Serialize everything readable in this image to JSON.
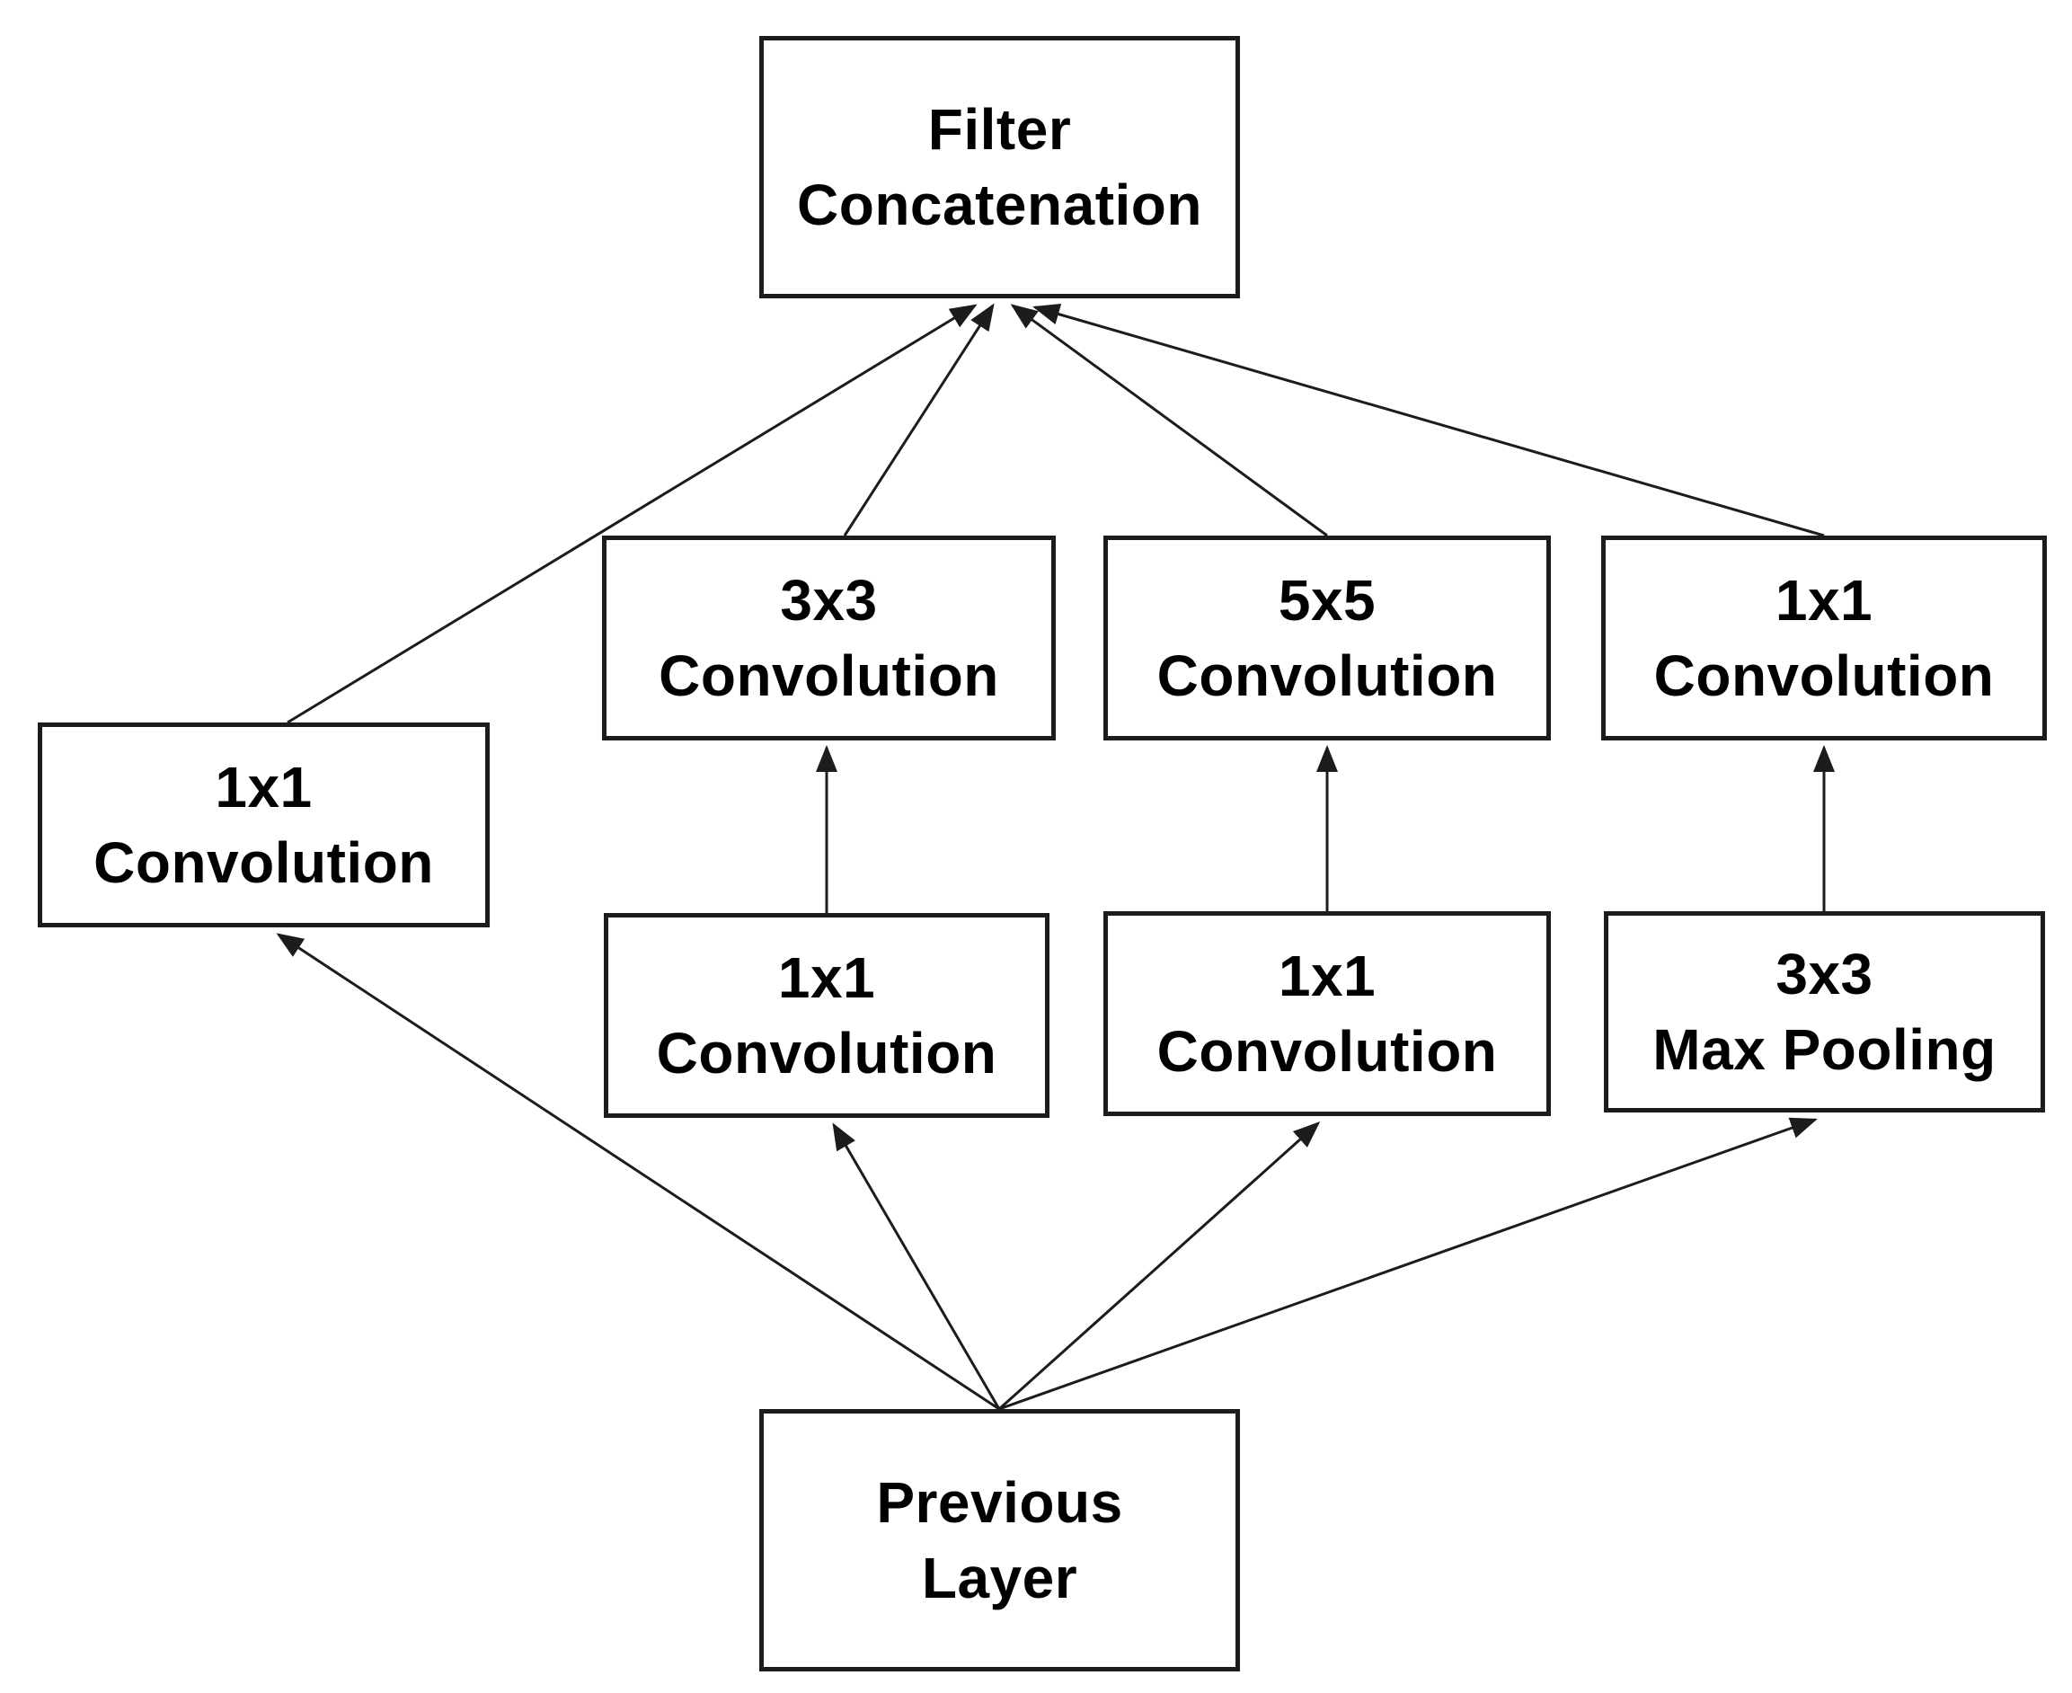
{
  "diagram": {
    "type": "flowchart",
    "background_color": "#ffffff",
    "box_fill_color": "#ffffff",
    "box_border_color": "#1c1c1c",
    "arrow_color": "#1c1c1c",
    "text_color": "#000000",
    "nodes": {
      "filter_concatenation": {
        "line1": "Filter",
        "line2": "Concatenation"
      },
      "conv_3x3": {
        "line1": "3x3",
        "line2": "Convolution"
      },
      "conv_5x5": {
        "line1": "5x5",
        "line2": "Convolution"
      },
      "conv_1x1_top_right": {
        "line1": "1x1",
        "line2": "Convolution"
      },
      "conv_1x1_left": {
        "line1": "1x1",
        "line2": "Convolution"
      },
      "conv_1x1_mid_left": {
        "line1": "1x1",
        "line2": "Convolution"
      },
      "conv_1x1_mid_right": {
        "line1": "1x1",
        "line2": "Convolution"
      },
      "max_pooling_3x3": {
        "line1": "3x3",
        "line2": "Max Pooling"
      },
      "previous_layer": {
        "line1": "Previous",
        "line2": "Layer"
      }
    },
    "edges": [
      {
        "from": "previous_layer",
        "to": "conv_1x1_left"
      },
      {
        "from": "previous_layer",
        "to": "conv_1x1_mid_left"
      },
      {
        "from": "previous_layer",
        "to": "conv_1x1_mid_right"
      },
      {
        "from": "previous_layer",
        "to": "max_pooling_3x3"
      },
      {
        "from": "conv_1x1_mid_left",
        "to": "conv_3x3"
      },
      {
        "from": "conv_1x1_mid_right",
        "to": "conv_5x5"
      },
      {
        "from": "max_pooling_3x3",
        "to": "conv_1x1_top_right"
      },
      {
        "from": "conv_1x1_left",
        "to": "filter_concatenation"
      },
      {
        "from": "conv_3x3",
        "to": "filter_concatenation"
      },
      {
        "from": "conv_5x5",
        "to": "filter_concatenation"
      },
      {
        "from": "conv_1x1_top_right",
        "to": "filter_concatenation"
      }
    ]
  }
}
